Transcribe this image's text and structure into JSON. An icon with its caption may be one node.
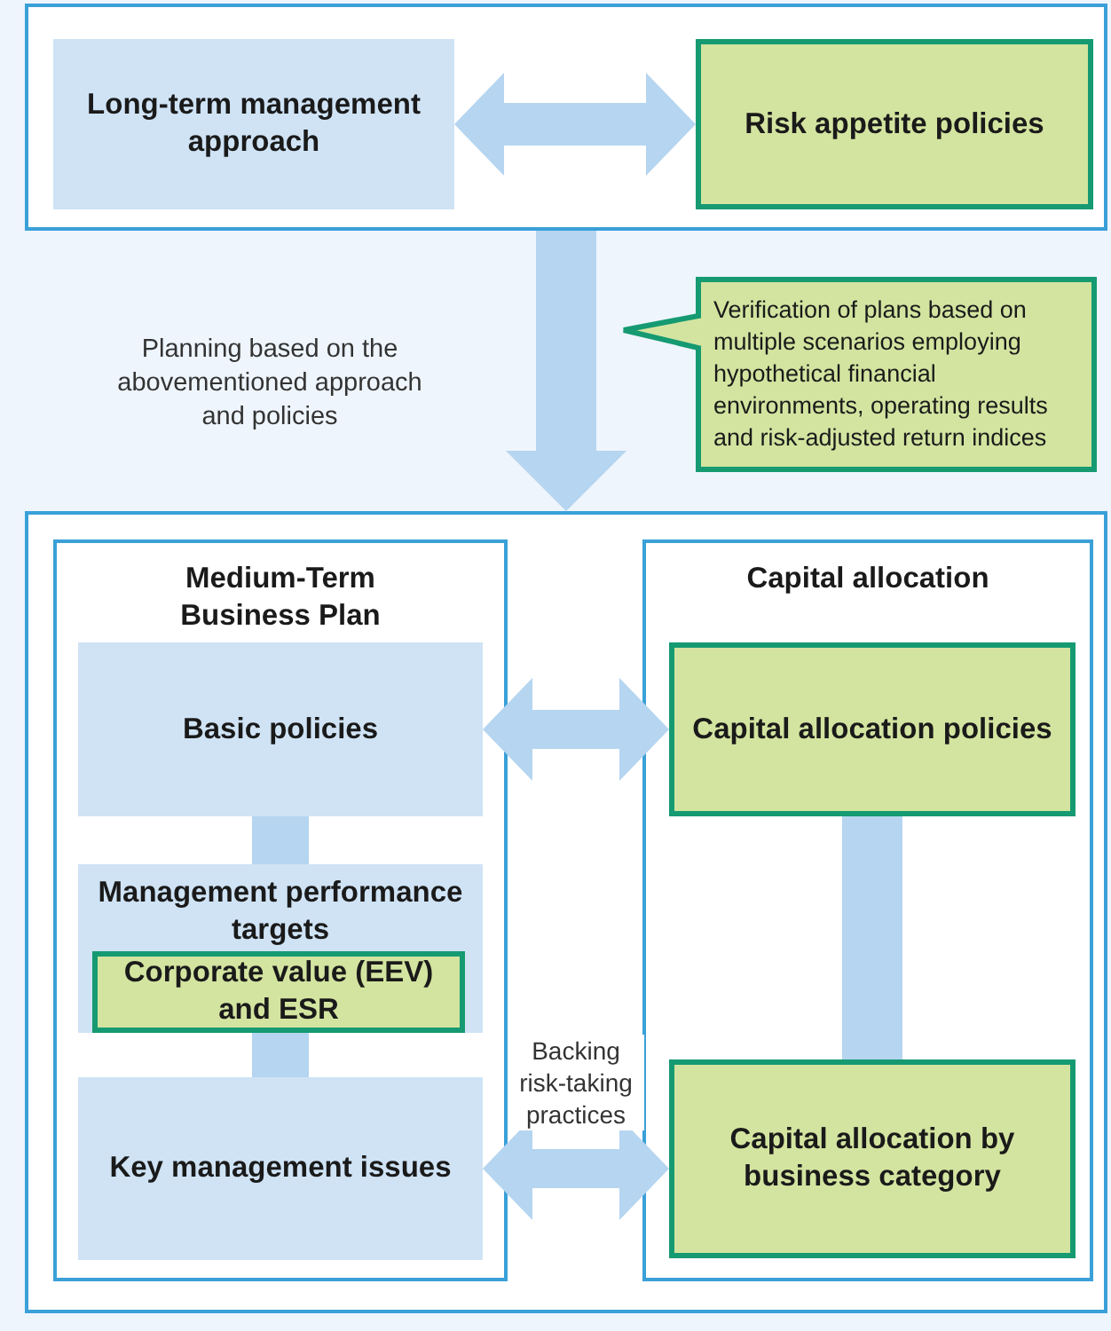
{
  "diagram": {
    "nodes": [
      {
        "text": [],
        "shape": "box"
      },
      {
        "text": [
          "Long-term management approach"
        ],
        "in": 0
      },
      {
        "text": [
          "Risk appetite policies"
        ],
        "in": 0
      },
      {
        "text": [
          "Verification of plans based on multiple scenarios employing hypothetical financial environments, operating results and risk-adjusted return indices"
        ]
      },
      {
        "text": [],
        "shape": "box"
      },
      {
        "text": [
          "Medium-Term Business Plan"
        ],
        "in": 4
      },
      {
        "text": [
          "Basic policies"
        ],
        "in": 5
      },
      {
        "text": [
          "Management performance targets"
        ],
        "in": 5
      },
      {
        "text": [
          "Corporate value (EEV) and ESR"
        ],
        "in": 7
      },
      {
        "text": [
          "Key management issues"
        ],
        "in": 5
      },
      {
        "text": [
          "Capital allocation"
        ],
        "in": 4
      },
      {
        "text": [
          "Capital allocation policies"
        ],
        "in": 10
      },
      {
        "text": [
          "Capital allocation by business category"
        ],
        "in": 10
      }
    ],
    "edges": [
      {
        "from": 1,
        "to": 2,
        "arrow": "both"
      },
      {
        "from": 0,
        "to": 4,
        "arrow": "to"
      },
      {
        "from": 6,
        "to": 11,
        "arrow": "both"
      },
      {
        "from": 9,
        "to": 12,
        "arrow": "both",
        "label": "Backing risk-taking practices"
      },
      {
        "from": 6,
        "to": 7,
        "arrow": "none"
      },
      {
        "from": 7,
        "to": 9,
        "arrow": "none"
      },
      {
        "from": 11,
        "to": 12,
        "arrow": "none"
      }
    ],
    "labels": [
      "Planning based on the abovementioned approach and policies"
    ]
  }
}
